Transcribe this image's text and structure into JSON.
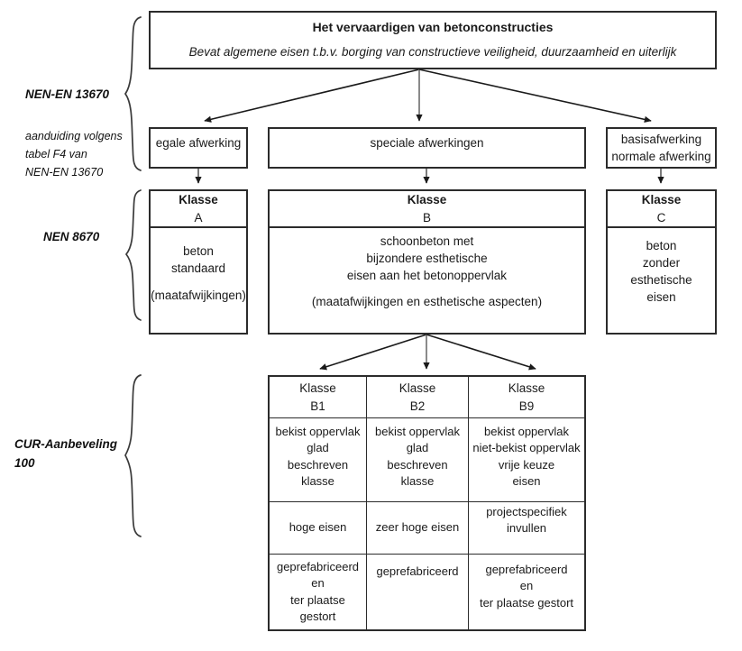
{
  "diagram": {
    "title_box": {
      "heading": "Het vervaardigen van betonconstructies",
      "subtitle": "Bevat algemene eisen t.b.v. borging van constructieve veiligheid, duurzaamheid en uiterlijk"
    },
    "side_labels": [
      {
        "id": "nen-en-13670",
        "text": "NEN-EN 13670",
        "style": "bold-italic"
      },
      {
        "id": "aanduiding",
        "line1": "aanduiding volgens",
        "line2": "tabel  F4  van",
        "line3": "NEN-EN 13670",
        "style": "italic"
      },
      {
        "id": "nen-8670",
        "text": "NEN 8670",
        "style": "bold-italic"
      },
      {
        "id": "cur-aanbeveling",
        "line1": "CUR-Aanbeveling",
        "line2": "100",
        "style": "bold-italic"
      }
    ],
    "finish_row": {
      "left": {
        "line1": "egale afwerking"
      },
      "middle": {
        "line1": "speciale afwerkingen"
      },
      "right": {
        "line1": "basisafwerking",
        "line2": "normale afwerking"
      }
    },
    "klasse_row": {
      "a": {
        "head_line1": "Klasse",
        "head_line2": "A",
        "body_line1": "beton",
        "body_line2": "standaard",
        "body_line3": "(maatafwijkingen)"
      },
      "b": {
        "head_line1": "Klasse",
        "head_line2": "B",
        "body_line1": "schoonbeton met",
        "body_line2": "bijzondere esthetische",
        "body_line3": "eisen aan het betonoppervlak",
        "body_line4": "(maatafwijkingen en esthetische aspecten)"
      },
      "c": {
        "head_line1": "Klasse",
        "head_line2": "C",
        "body_line1": "beton",
        "body_line2": "zonder",
        "body_line3": "esthetische",
        "body_line4": "eisen"
      }
    },
    "klasse_table": {
      "columns": [
        {
          "head_line1": "Klasse",
          "head_line2": "B1",
          "props_line1": "bekist oppervlak",
          "props_line2": "glad",
          "props_line3": "beschreven",
          "props_line4": "klasse",
          "props_line5": "",
          "eisen_line1": "hoge eisen",
          "eisen_line2": "",
          "prod_line1": "geprefabriceerd",
          "prod_line2": "en",
          "prod_line3": "ter plaatse",
          "prod_line4": "gestort"
        },
        {
          "head_line1": "Klasse",
          "head_line2": "B2",
          "props_line1": "bekist oppervlak",
          "props_line2": "glad",
          "props_line3": "beschreven",
          "props_line4": "klasse",
          "props_line5": "",
          "eisen_line1": "zeer hoge eisen",
          "eisen_line2": "",
          "prod_line1": "geprefabriceerd",
          "prod_line2": "",
          "prod_line3": "",
          "prod_line4": ""
        },
        {
          "head_line1": "Klasse",
          "head_line2": "B9",
          "props_line1": "bekist oppervlak",
          "props_line2": "niet-bekist oppervlak",
          "props_line3": "vrije keuze",
          "props_line4": "eisen",
          "props_line5": "",
          "eisen_line1": "projectspecifiek",
          "eisen_line2": "invullen",
          "prod_line1": "geprefabriceerd",
          "prod_line2": "en",
          "prod_line3": "ter plaatse gestort",
          "prod_line4": ""
        }
      ]
    },
    "colors": {
      "stroke": "#2b2b2b",
      "text": "#1a1a1a",
      "background": "#ffffff"
    }
  }
}
